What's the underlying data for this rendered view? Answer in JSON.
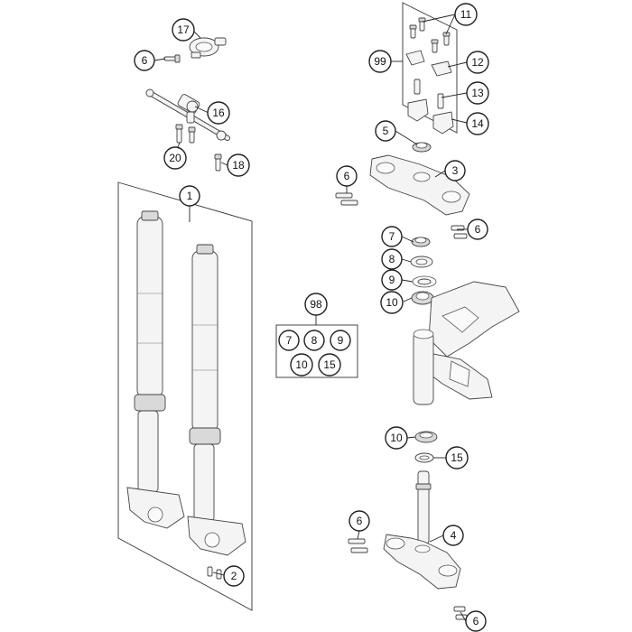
{
  "callouts": {
    "c1": "1",
    "c2": "2",
    "c3": "3",
    "c4": "4",
    "c5": "5",
    "c6a": "6",
    "c6b": "6",
    "c6c": "6",
    "c6d": "6",
    "c6e": "6",
    "c7": "7",
    "c8": "8",
    "c9": "9",
    "c10a": "10",
    "c10b": "10",
    "c11": "11",
    "c12": "12",
    "c13": "13",
    "c14": "14",
    "c15": "15",
    "c16": "16",
    "c17": "17",
    "c18": "18",
    "c20": "20",
    "c98": "98",
    "c99": "99"
  },
  "kit98": {
    "items": [
      "7",
      "8",
      "9",
      "10",
      "15"
    ]
  }
}
